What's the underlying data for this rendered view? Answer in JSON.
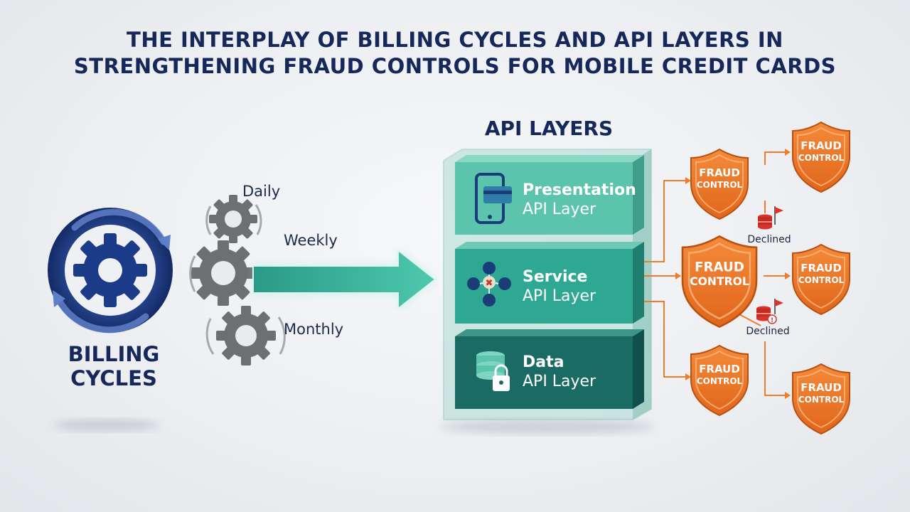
{
  "title": {
    "line1": "THE INTERPLAY OF BILLING CYCLES AND API LAYERS IN",
    "line2": "STRENGTHENING FRAUD CONTROLS FOR MOBILE CREDIT CARDS"
  },
  "billing": {
    "label_line1": "BILLING",
    "label_line2": "CYCLES",
    "frequencies": [
      "Daily",
      "Weekly",
      "Monthly"
    ]
  },
  "api": {
    "heading": "API LAYERS",
    "layers": [
      {
        "title": "Presentation",
        "subtitle": "API Layer",
        "icon": "mobile-card-icon"
      },
      {
        "title": "Service",
        "subtitle": "API Layer",
        "icon": "network-nodes-icon"
      },
      {
        "title": "Data",
        "subtitle": "API Layer",
        "icon": "database-lock-icon"
      }
    ]
  },
  "fraud": {
    "line1": "FRAUD",
    "line2": "CONTROL",
    "declined": "Declined"
  },
  "colors": {
    "navy": "#16285a",
    "teal_light": "#5cc3ac",
    "teal_mid": "#2ea893",
    "teal_dark": "#1a6b63",
    "orange": "#ef7b2b",
    "gear_gray": "#6d6f73"
  }
}
